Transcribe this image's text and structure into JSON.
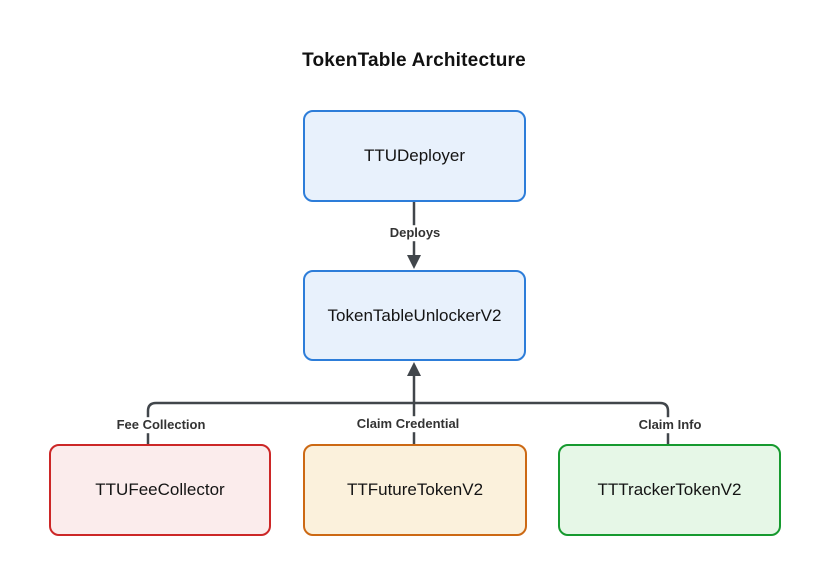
{
  "title": "TokenTable Architecture",
  "nodes": {
    "deployer": {
      "label": "TTUDeployer",
      "border": "#2d7dd9",
      "fill": "#e8f1fc"
    },
    "unlocker": {
      "label": "TokenTableUnlockerV2",
      "border": "#2d7dd9",
      "fill": "#e8f1fc"
    },
    "fee_collector": {
      "label": "TTUFeeCollector",
      "border": "#cc2727",
      "fill": "#fbecec"
    },
    "future_token": {
      "label": "TTFutureTokenV2",
      "border": "#cc6914",
      "fill": "#fbf1dc"
    },
    "tracker_token": {
      "label": "TTTrackerTokenV2",
      "border": "#169a2f",
      "fill": "#e6f7e7"
    }
  },
  "edges": {
    "deploys": {
      "label": "Deploys"
    },
    "fee_collection": {
      "label": "Fee Collection"
    },
    "claim_credential": {
      "label": "Claim Credential"
    },
    "claim_info": {
      "label": "Claim Info"
    }
  },
  "colors": {
    "connector": "#41464b",
    "edge_label_text": "#333333",
    "node_text": "#141414",
    "title_text": "#111111",
    "background": "#ffffff"
  }
}
